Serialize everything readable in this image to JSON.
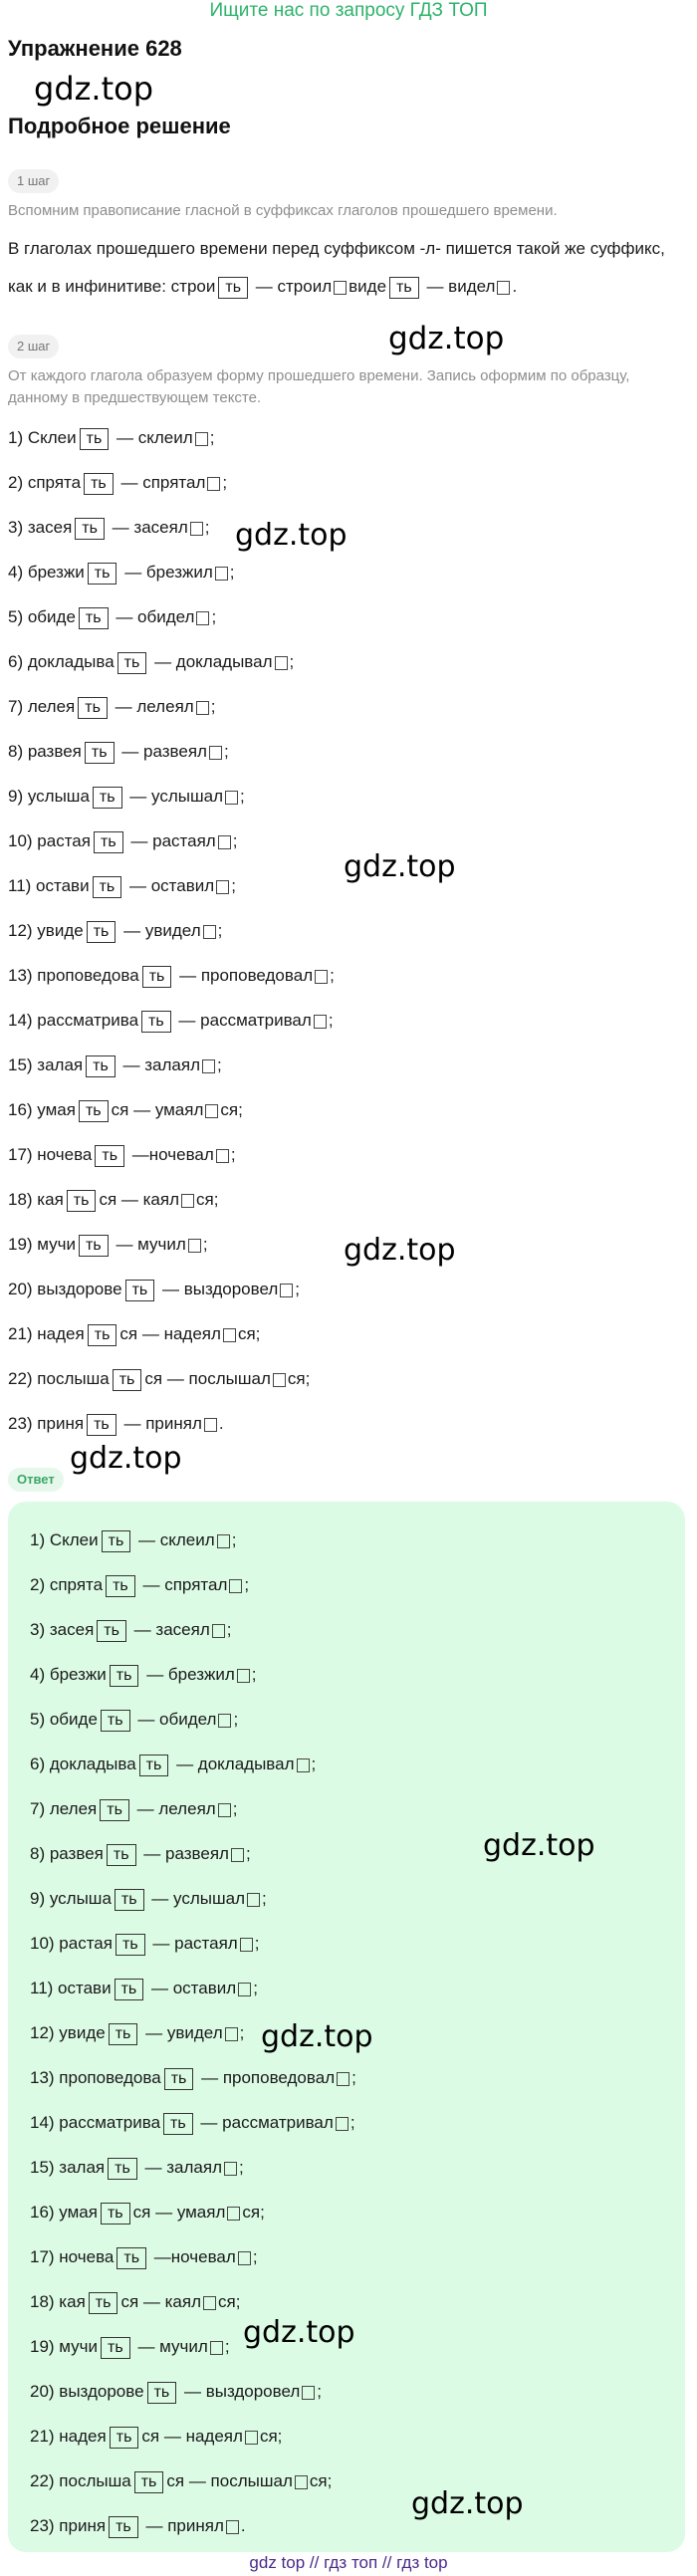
{
  "banner": "Ищите нас по запросу ГДЗ ТОП",
  "title": "Упражнение 628",
  "watermark": "gdz.top",
  "subtitle": "Подробное решение",
  "step1": {
    "label": "1 шаг",
    "hint": "Вспомним правописание гласной в суффиксах глаголов прошедшего времени.",
    "text": "В глаголах прошедшего времени перед суффиксом -л- пишется такой же суффикс, как и в инфинитиве: стро[и][ть] — стро[и][л] □ вид[е][ть] — вид[е][л] □."
  },
  "step2": {
    "label": "2 шаг",
    "hint": "От каждого глагола образуем форму прошедшего времени. Запись оформим по образцу, данному в предшествующем тексте."
  },
  "items": [
    {
      "n": "1)",
      "stem": "Скле",
      "v": "и",
      "pre": "ть",
      "refl": "",
      "sep": " — ",
      "stem2": "скле",
      "end": ";"
    },
    {
      "n": "2)",
      "stem": "спрят",
      "v": "а",
      "pre": "ть",
      "refl": "",
      "sep": " — ",
      "stem2": "спрят",
      "end": ";"
    },
    {
      "n": "3)",
      "stem": "засе",
      "v": "я",
      "pre": "ть",
      "refl": "",
      "sep": " — ",
      "stem2": "засе",
      "end": ";"
    },
    {
      "n": "4)",
      "stem": "брезж",
      "v": "и",
      "pre": "ть",
      "refl": "",
      "sep": " — ",
      "stem2": "брезж",
      "end": ";"
    },
    {
      "n": "5)",
      "stem": "обид",
      "v": "е",
      "pre": "ть",
      "refl": "",
      "sep": " — ",
      "stem2": "обид",
      "end": ";"
    },
    {
      "n": "6)",
      "stem": "докладыв",
      "v": "а",
      "pre": "ть",
      "refl": "",
      "sep": " — ",
      "stem2": "докладыв",
      "end": ";"
    },
    {
      "n": "7)",
      "stem": "леле",
      "v": "я",
      "pre": "ть",
      "refl": "",
      "sep": " — ",
      "stem2": "леле",
      "end": ";"
    },
    {
      "n": "8)",
      "stem": "разве",
      "v": "я",
      "pre": "ть",
      "refl": "",
      "sep": " — ",
      "stem2": "разве",
      "end": ";"
    },
    {
      "n": "9)",
      "stem": "услыш",
      "v": "а",
      "pre": "ть",
      "refl": "",
      "sep": " — ",
      "stem2": "услыш",
      "end": ";"
    },
    {
      "n": "10)",
      "stem": "раста",
      "v": "я",
      "pre": "ть",
      "refl": "",
      "sep": " — ",
      "stem2": "раста",
      "end": ";"
    },
    {
      "n": "11)",
      "stem": "остав",
      "v": "и",
      "pre": "ть",
      "refl": "",
      "sep": " — ",
      "stem2": "остав",
      "end": ";"
    },
    {
      "n": "12)",
      "stem": "увид",
      "v": "е",
      "pre": "ть",
      "refl": "",
      "sep": " — ",
      "stem2": "увид",
      "end": ";"
    },
    {
      "n": "13)",
      "stem": "проповедов",
      "v": "а",
      "pre": "ть",
      "refl": "",
      "sep": " — ",
      "stem2": "проповедов",
      "end": ";"
    },
    {
      "n": "14)",
      "stem": "рассматрив",
      "v": "а",
      "pre": "ть",
      "refl": "",
      "sep": " — ",
      "stem2": "рассматрив",
      "end": ";"
    },
    {
      "n": "15)",
      "stem": "зала",
      "v": "я",
      "pre": "ть",
      "refl": "",
      "sep": " — ",
      "stem2": "зала",
      "end": ";"
    },
    {
      "n": "16)",
      "stem": "ума",
      "v": "я",
      "pre": "ть",
      "refl": "ся",
      "sep": " — ",
      "stem2": "ума",
      "end": ";"
    },
    {
      "n": "17)",
      "stem": "ночев",
      "v": "а",
      "pre": "ть",
      "refl": "",
      "sep": " —",
      "stem2": "ночев",
      "end": ";"
    },
    {
      "n": "18)",
      "stem": "ка",
      "v": "я",
      "pre": "ть",
      "refl": "ся",
      "sep": " — ",
      "stem2": "ка",
      "end": ";"
    },
    {
      "n": "19)",
      "stem": "муч",
      "v": "и",
      "pre": "ть",
      "refl": "",
      "sep": " — ",
      "stem2": "муч",
      "end": ";"
    },
    {
      "n": "20)",
      "stem": "выздоров",
      "v": "е",
      "pre": "ть",
      "refl": "",
      "sep": " — ",
      "stem2": "выздоров",
      "end": ";"
    },
    {
      "n": "21)",
      "stem": "наде",
      "v": "я",
      "pre": "ть",
      "refl": "ся",
      "sep": " — ",
      "stem2": "наде",
      "end": ";"
    },
    {
      "n": "22)",
      "stem": "послыш",
      "v": "а",
      "pre": "ть",
      "refl": "ся",
      "sep": " — ",
      "stem2": "послыш",
      "end": ";"
    },
    {
      "n": "23)",
      "stem": "прин",
      "v": "я",
      "pre": "ть",
      "refl": "",
      "sep": " — ",
      "stem2": "прин",
      "end": "."
    }
  ],
  "answer_label": "Ответ",
  "footer": "gdz top  //  гдз топ  //  гдз top"
}
